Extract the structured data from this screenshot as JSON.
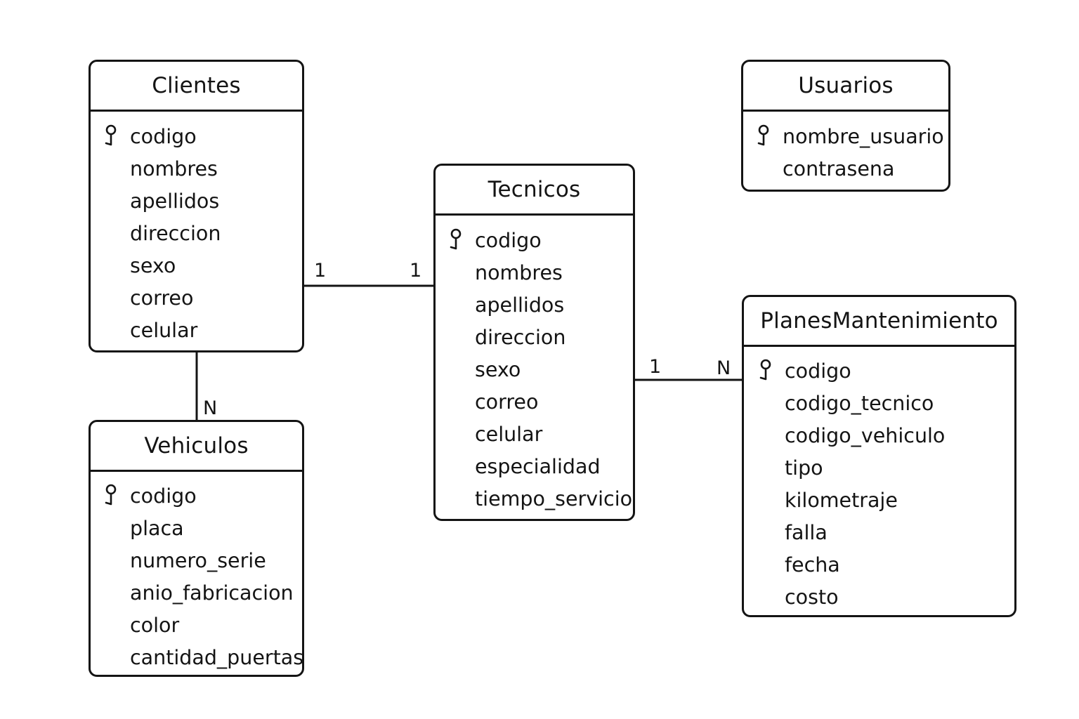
{
  "entities": {
    "clientes": {
      "title": "Clientes",
      "attributes": [
        {
          "name": "codigo",
          "key": true
        },
        {
          "name": "nombres",
          "key": false
        },
        {
          "name": "apellidos",
          "key": false
        },
        {
          "name": "direccion",
          "key": false
        },
        {
          "name": "sexo",
          "key": false
        },
        {
          "name": "correo",
          "key": false
        },
        {
          "name": "celular",
          "key": false
        }
      ]
    },
    "vehiculos": {
      "title": "Vehiculos",
      "attributes": [
        {
          "name": "codigo",
          "key": true
        },
        {
          "name": "placa",
          "key": false
        },
        {
          "name": "numero_serie",
          "key": false
        },
        {
          "name": "anio_fabricacion",
          "key": false
        },
        {
          "name": "color",
          "key": false
        },
        {
          "name": "cantidad_puertas",
          "key": false
        }
      ]
    },
    "tecnicos": {
      "title": "Tecnicos",
      "attributes": [
        {
          "name": "codigo",
          "key": true
        },
        {
          "name": "nombres",
          "key": false
        },
        {
          "name": "apellidos",
          "key": false
        },
        {
          "name": "direccion",
          "key": false
        },
        {
          "name": "sexo",
          "key": false
        },
        {
          "name": "correo",
          "key": false
        },
        {
          "name": "celular",
          "key": false
        },
        {
          "name": "especialidad",
          "key": false
        },
        {
          "name": "tiempo_servicio",
          "key": false
        }
      ]
    },
    "usuarios": {
      "title": "Usuarios",
      "attributes": [
        {
          "name": "nombre_usuario",
          "key": true
        },
        {
          "name": "contrasena",
          "key": false
        }
      ]
    },
    "planes": {
      "title": "PlanesMantenimiento",
      "attributes": [
        {
          "name": "codigo",
          "key": true
        },
        {
          "name": "codigo_tecnico",
          "key": false
        },
        {
          "name": "codigo_vehiculo",
          "key": false
        },
        {
          "name": "tipo",
          "key": false
        },
        {
          "name": "kilometraje",
          "key": false
        },
        {
          "name": "falla",
          "key": false
        },
        {
          "name": "fecha",
          "key": false
        },
        {
          "name": "costo",
          "key": false
        }
      ]
    }
  },
  "relationships": {
    "clientes_tecnicos": {
      "from_card": "1",
      "to_card": "1"
    },
    "clientes_vehiculos": {
      "to_card": "N"
    },
    "tecnicos_planes": {
      "from_card": "1",
      "to_card": "N"
    }
  },
  "icons": {
    "key": "key-icon"
  },
  "colors": {
    "stroke": "#141414",
    "background": "#ffffff"
  }
}
